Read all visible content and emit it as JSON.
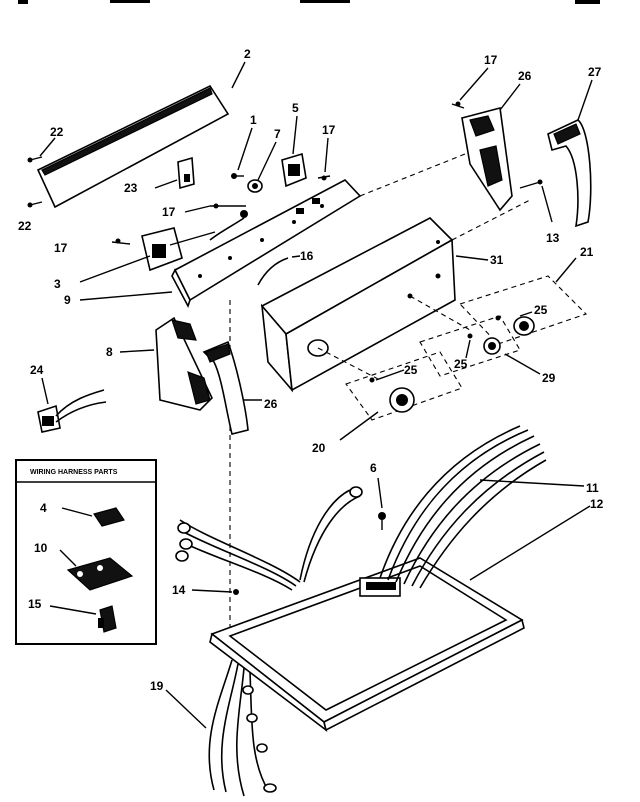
{
  "callouts": {
    "c2": "2",
    "c22a": "22",
    "c22b": "22",
    "c23": "23",
    "c1": "1",
    "c7": "7",
    "c5": "5",
    "c17a": "17",
    "c17b": "17",
    "c17c": "17",
    "c17d": "17",
    "c26a": "26",
    "c27": "27",
    "c13": "13",
    "c21": "21",
    "c16": "16",
    "c31": "31",
    "c3": "3",
    "c9": "9",
    "c25a": "25",
    "c25b": "25",
    "c25c": "25",
    "c29": "29",
    "c8": "8",
    "c26b": "26",
    "c24": "24",
    "c20": "20",
    "c6": "6",
    "c11": "11",
    "c12": "12",
    "c4": "4",
    "c10": "10",
    "c15": "15",
    "c14": "14",
    "c19": "19"
  },
  "inset": {
    "title": "WIRING HARNESS PARTS"
  }
}
